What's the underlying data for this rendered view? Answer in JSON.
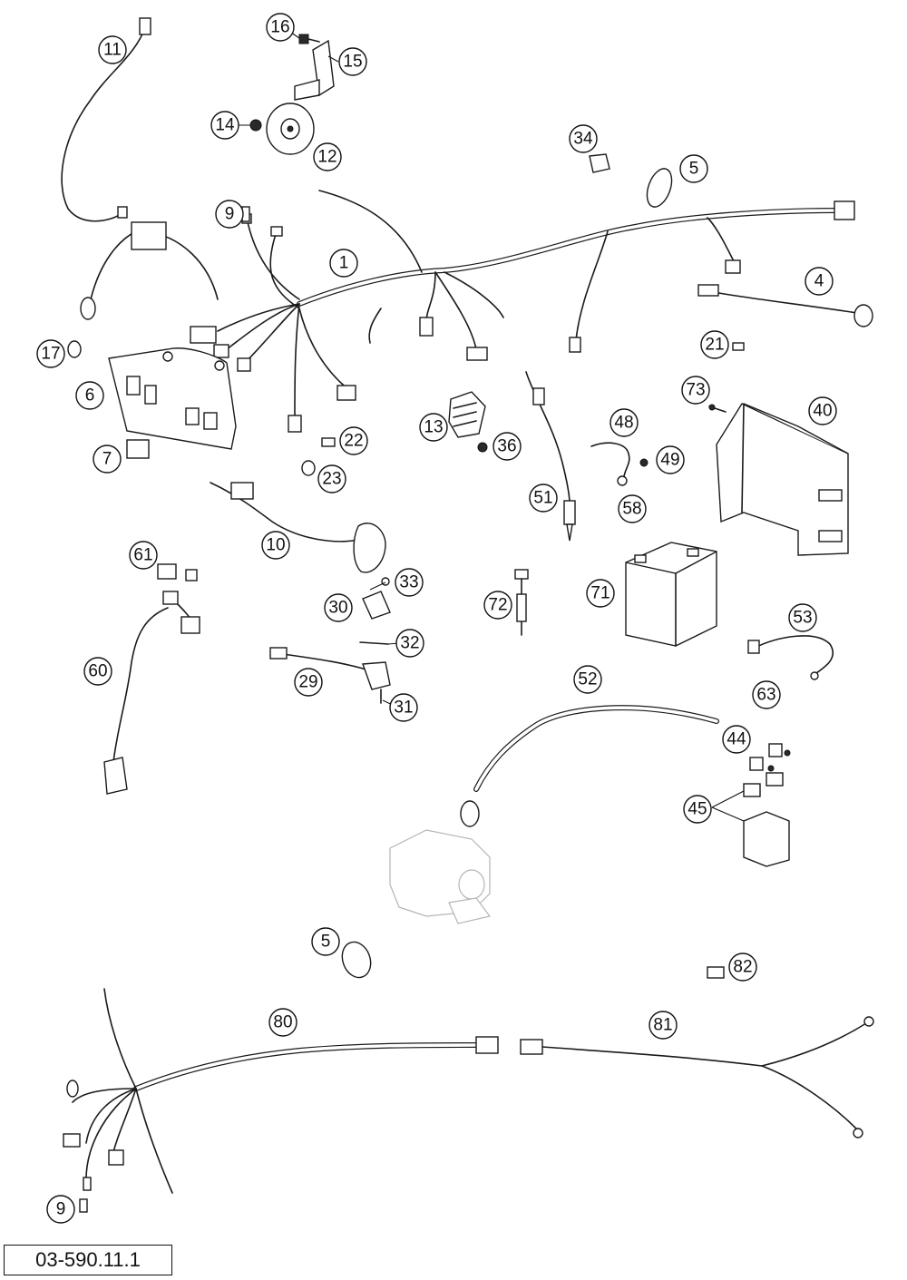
{
  "diagram": {
    "drawing_code": "03-590.11.1",
    "callouts": [
      {
        "id": "c1",
        "label": "1"
      },
      {
        "id": "c4",
        "label": "4"
      },
      {
        "id": "c5a",
        "label": "5"
      },
      {
        "id": "c5b",
        "label": "5"
      },
      {
        "id": "c6",
        "label": "6"
      },
      {
        "id": "c7",
        "label": "7"
      },
      {
        "id": "c9a",
        "label": "9"
      },
      {
        "id": "c9b",
        "label": "9"
      },
      {
        "id": "c10",
        "label": "10"
      },
      {
        "id": "c11",
        "label": "11"
      },
      {
        "id": "c12",
        "label": "12"
      },
      {
        "id": "c13",
        "label": "13"
      },
      {
        "id": "c14",
        "label": "14"
      },
      {
        "id": "c15",
        "label": "15"
      },
      {
        "id": "c16",
        "label": "16"
      },
      {
        "id": "c17",
        "label": "17"
      },
      {
        "id": "c21",
        "label": "21"
      },
      {
        "id": "c22",
        "label": "22"
      },
      {
        "id": "c23",
        "label": "23"
      },
      {
        "id": "c29",
        "label": "29"
      },
      {
        "id": "c30",
        "label": "30"
      },
      {
        "id": "c31",
        "label": "31"
      },
      {
        "id": "c32",
        "label": "32"
      },
      {
        "id": "c33",
        "label": "33"
      },
      {
        "id": "c34",
        "label": "34"
      },
      {
        "id": "c36",
        "label": "36"
      },
      {
        "id": "c40",
        "label": "40"
      },
      {
        "id": "c44",
        "label": "44"
      },
      {
        "id": "c45",
        "label": "45"
      },
      {
        "id": "c48",
        "label": "48"
      },
      {
        "id": "c49",
        "label": "49"
      },
      {
        "id": "c51",
        "label": "51"
      },
      {
        "id": "c52",
        "label": "52"
      },
      {
        "id": "c53",
        "label": "53"
      },
      {
        "id": "c58",
        "label": "58"
      },
      {
        "id": "c60",
        "label": "60"
      },
      {
        "id": "c61",
        "label": "61"
      },
      {
        "id": "c63",
        "label": "63"
      },
      {
        "id": "c71",
        "label": "71"
      },
      {
        "id": "c72",
        "label": "72"
      },
      {
        "id": "c73",
        "label": "73"
      },
      {
        "id": "c80",
        "label": "80"
      },
      {
        "id": "c81",
        "label": "81"
      },
      {
        "id": "c82",
        "label": "82"
      }
    ]
  }
}
